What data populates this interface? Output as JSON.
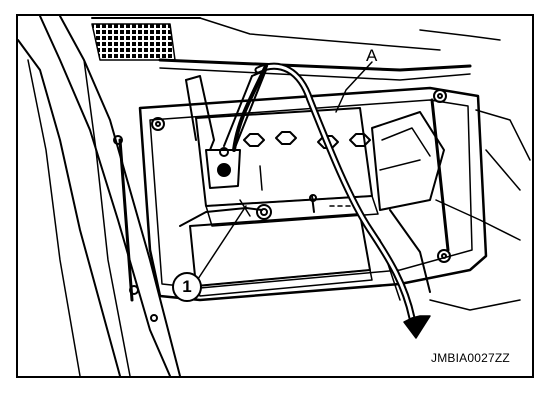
{
  "diagram": {
    "label_a": "A",
    "callout_1": "1",
    "figure_id": "JMBIA0027ZZ"
  },
  "icons": {
    "callout": "numbered-circle-icon",
    "arrow": "direction-arrow-icon"
  }
}
